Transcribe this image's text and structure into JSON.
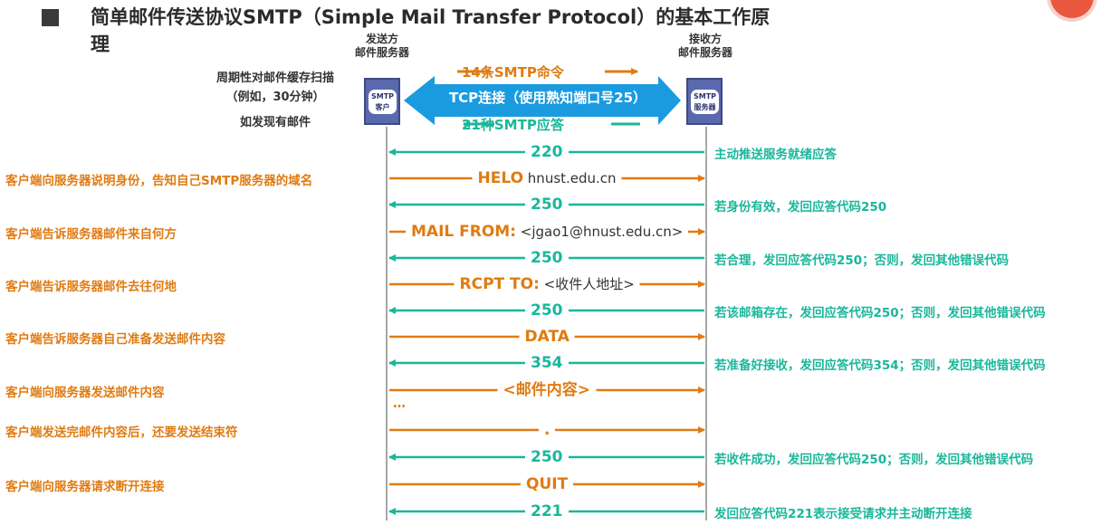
{
  "title": {
    "line1": "简单邮件传送协议SMTP（Simple Mail Transfer Protocol）的基本工作原",
    "line2": "理"
  },
  "sender": {
    "caption_line1": "发送方",
    "caption_line2": "邮件服务器",
    "chip_line1": "SMTP",
    "chip_line2": "客户"
  },
  "receiver": {
    "caption_line1": "接收方",
    "caption_line2": "邮件服务器",
    "chip_line1": "SMTP",
    "chip_line2": "服务器"
  },
  "left_note": {
    "line1": "周期性对邮件缓存扫描",
    "line2": "（例如，30分钟）",
    "line3": "如发现有邮件"
  },
  "connection": {
    "commands": "14条SMTP命令",
    "tcp": "TCP连接（使用熟知端口号25）",
    "replies": "21种SMTP应答"
  },
  "steps": [
    {
      "left_note": "",
      "msg_bold": "220",
      "msg_plain": "",
      "direction": "reply",
      "reply_note": "主动推送服务就绪应答"
    },
    {
      "left_note": "客户端向服务器说明身份，告知自己SMTP服务器的域名",
      "msg_bold": "HELO",
      "msg_plain": " hnust.edu.cn",
      "direction": "command",
      "reply_note": ""
    },
    {
      "left_note": "",
      "msg_bold": "250",
      "msg_plain": "",
      "direction": "reply",
      "reply_note": "若身份有效，发回应答代码250"
    },
    {
      "left_note": "客户端告诉服务器邮件来自何方",
      "msg_bold": "MAIL FROM:",
      "msg_plain": " <jgao1@hnust.edu.cn>",
      "direction": "command",
      "reply_note": ""
    },
    {
      "left_note": "",
      "msg_bold": "250",
      "msg_plain": "",
      "direction": "reply",
      "reply_note": "若合理，发回应答代码250；否则，发回其他错误代码"
    },
    {
      "left_note": "客户端告诉服务器邮件去往何地",
      "msg_bold": "RCPT TO:",
      "msg_plain": " <收件人地址>",
      "direction": "command",
      "reply_note": ""
    },
    {
      "left_note": "",
      "msg_bold": "250",
      "msg_plain": "",
      "direction": "reply",
      "reply_note": "若该邮箱存在，发回应答代码250；否则，发回其他错误代码"
    },
    {
      "left_note": "客户端告诉服务器自己准备发送邮件内容",
      "msg_bold": "DATA",
      "msg_plain": "",
      "direction": "command",
      "reply_note": ""
    },
    {
      "left_note": "",
      "msg_bold": "354",
      "msg_plain": "",
      "direction": "reply",
      "reply_note": "若准备好接收，发回应答代码354；否则，发回其他错误代码"
    },
    {
      "left_note": "客户端向服务器发送邮件内容",
      "msg_bold": "<邮件内容>",
      "msg_plain": "",
      "direction": "command",
      "reply_note": ""
    },
    {
      "left_note": "客户端发送完邮件内容后，还要发送结束符",
      "msg_bold": ".",
      "msg_plain": "",
      "direction": "command",
      "reply_note": ""
    },
    {
      "left_note": "",
      "msg_bold": "250",
      "msg_plain": "",
      "direction": "reply",
      "reply_note": "若收件成功，发回应答代码250；否则，发回其他错误代码"
    },
    {
      "left_note": "客户端向服务器请求断开连接",
      "msg_bold": "QUIT",
      "msg_plain": "",
      "direction": "command",
      "reply_note": ""
    },
    {
      "left_note": "",
      "msg_bold": "221",
      "msg_plain": "",
      "direction": "reply",
      "reply_note": "发回应答代码221表示接受请求并主动断开连接"
    }
  ],
  "ellipsis": "…",
  "colors": {
    "command": "#e07b12",
    "reply": "#19b79b",
    "tcp": "#1a9be0",
    "server": "#5a69ad"
  }
}
